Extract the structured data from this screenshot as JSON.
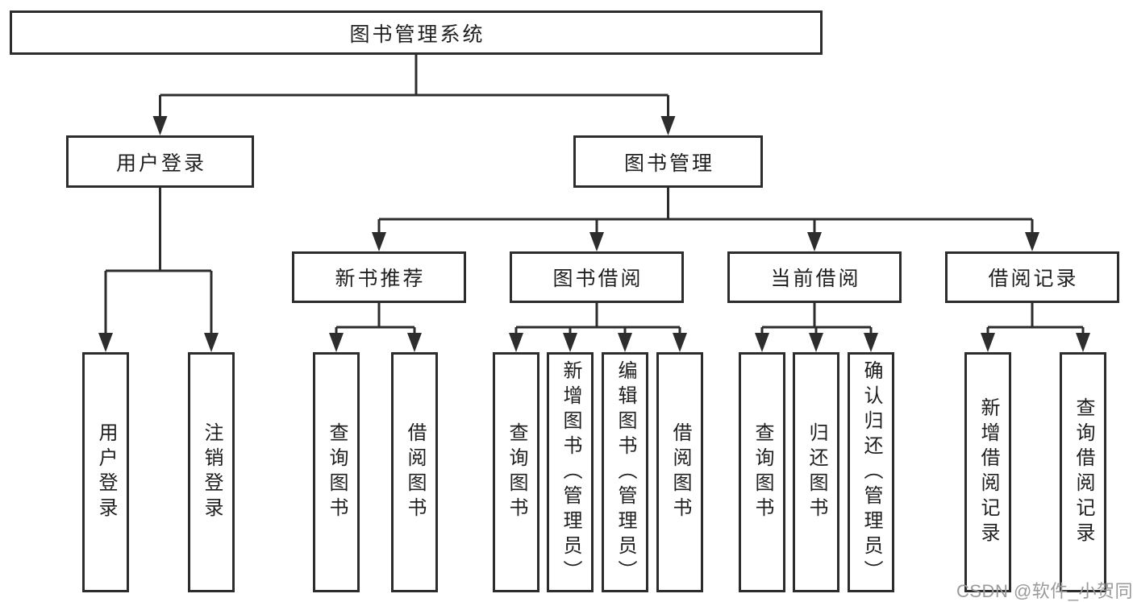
{
  "colors": {
    "line": "#2d2d2d",
    "text": "#1f1f1f",
    "watermark": "#9a9a9a",
    "background": "#ffffff"
  },
  "tree": {
    "root": "图书管理系统",
    "branches": [
      {
        "label": "用户登录",
        "children": [
          "用户登录",
          "注销登录"
        ]
      },
      {
        "label": "图书管理",
        "sections": [
          {
            "label": "新书推荐",
            "children": [
              "查询图书",
              "借阅图书"
            ]
          },
          {
            "label": "图书借阅",
            "children": [
              "查询图书",
              "新增图书（管理员）",
              "编辑图书（管理员）",
              "借阅图书"
            ]
          },
          {
            "label": "当前借阅",
            "children": [
              "查询图书",
              "归还图书",
              "确认归还（管理员）"
            ]
          },
          {
            "label": "借阅记录",
            "children": [
              "新增借阅记录",
              "查询借阅记录"
            ]
          }
        ]
      }
    ]
  },
  "watermark": "CSDN @软件_小贺同学"
}
